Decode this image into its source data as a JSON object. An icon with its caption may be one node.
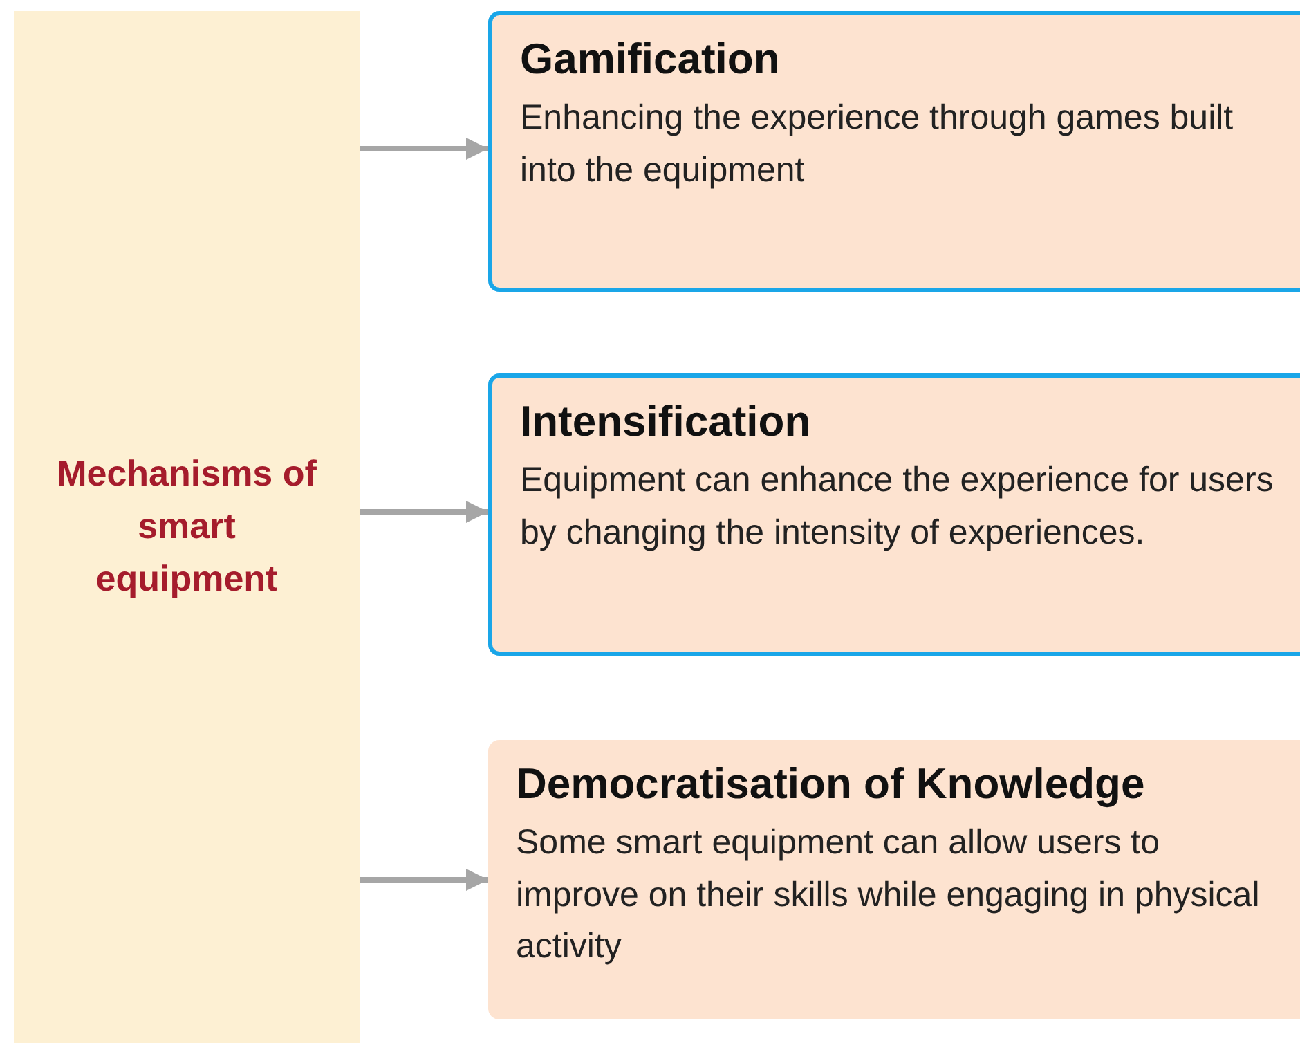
{
  "diagram": {
    "nodes": [
      {
        "text": [
          "Mechanisms of smart equipment"
        ]
      },
      {
        "text": [
          "Gamification",
          "Enhancing the experience through games built into the equipment"
        ]
      },
      {
        "text": [
          "Intensification",
          "Equipment can enhance the experience for users by changing the intensity of experiences."
        ]
      },
      {
        "text": [
          "Democratisation of Knowledge",
          "Some smart equipment can allow users to improve on their skills while engaging in physical activity"
        ]
      }
    ],
    "edges": [
      {
        "from": 0,
        "to": 1,
        "arrow": "to"
      },
      {
        "from": 0,
        "to": 2,
        "arrow": "to"
      },
      {
        "from": 0,
        "to": 3,
        "arrow": "to"
      }
    ]
  }
}
